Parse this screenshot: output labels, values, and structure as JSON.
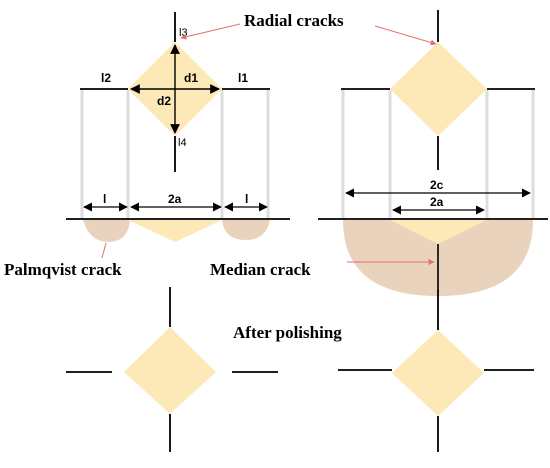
{
  "labels": {
    "radial_cracks": "Radial cracks",
    "palmqvist_crack": "Palmqvist crack",
    "median_crack": "Median crack",
    "after_polishing": "After polishing"
  },
  "dimensions": {
    "l1": "l1",
    "l2": "l2",
    "l3": "l3",
    "l4": "l4",
    "d1": "d1",
    "d2": "d2",
    "l_left": "l",
    "l_right": "l",
    "two_a_left": "2a",
    "two_c": "2c",
    "two_a_right": "2a"
  },
  "colors": {
    "indent": "#fde8b8",
    "crack_zone": "#e9d3bd",
    "guide": "#dddddd",
    "line": "#000000",
    "pointer": "#e07070"
  }
}
